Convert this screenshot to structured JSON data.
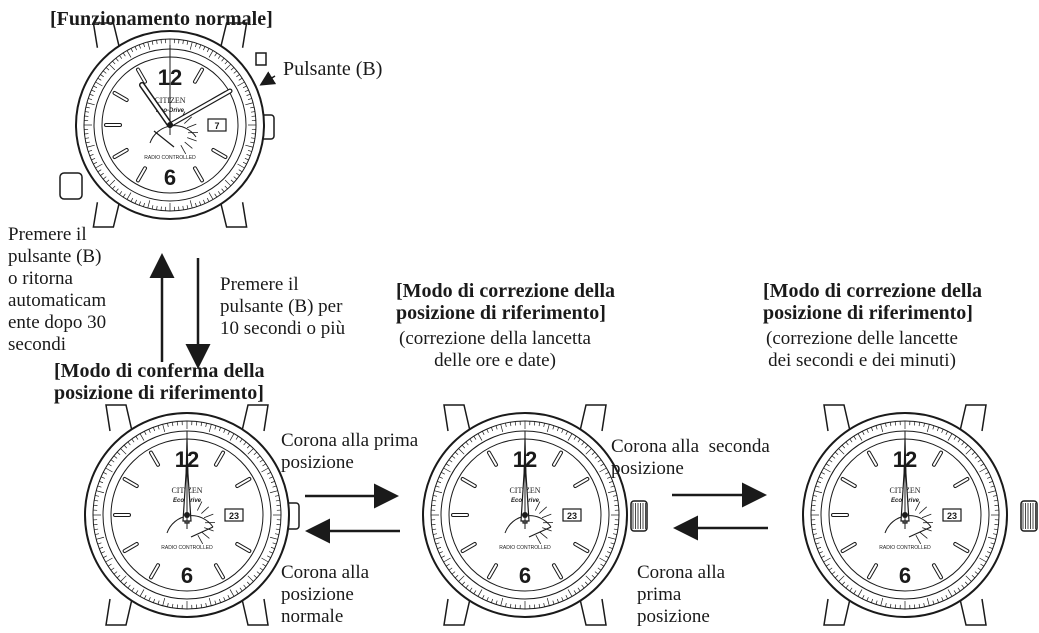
{
  "watch_text": {
    "brand": "CITIZEN",
    "sub": "Eco-Drive",
    "radio": "RADIO CONTROLLED",
    "twelve": "12",
    "six": "6",
    "date_a": "7",
    "date_b": "23"
  },
  "labels": {
    "normal_title": "[Funzionamento normale]",
    "pulsante_b": "Pulsante (B)",
    "left_note": "Premere il\npulsante (B)\no ritorna\nautomaticam\nente dopo 30\nsecondi",
    "press_10s": "Premere il\npulsante (B) per\n10 secondi o più",
    "confirm_title": "[Modo di conferma della\nposizione di riferimento]",
    "corr1_title": "[Modo di correzione della\nposizione di riferimento]",
    "corr1_sub": "(correzione della lancetta\ndelle ore e date)",
    "corr2_title": "[Modo di correzione della\nposizione di riferimento]",
    "corr2_sub": "(correzione delle lancette\ndei secondi e dei minuti)",
    "crown_first": "Corona alla prima\nposizione",
    "crown_normal": "Corona alla\nposizione\nnormale",
    "crown_second": "Corona alla  seconda\nposizione",
    "crown_back_first": "Corona alla\nprima\nposizione"
  }
}
